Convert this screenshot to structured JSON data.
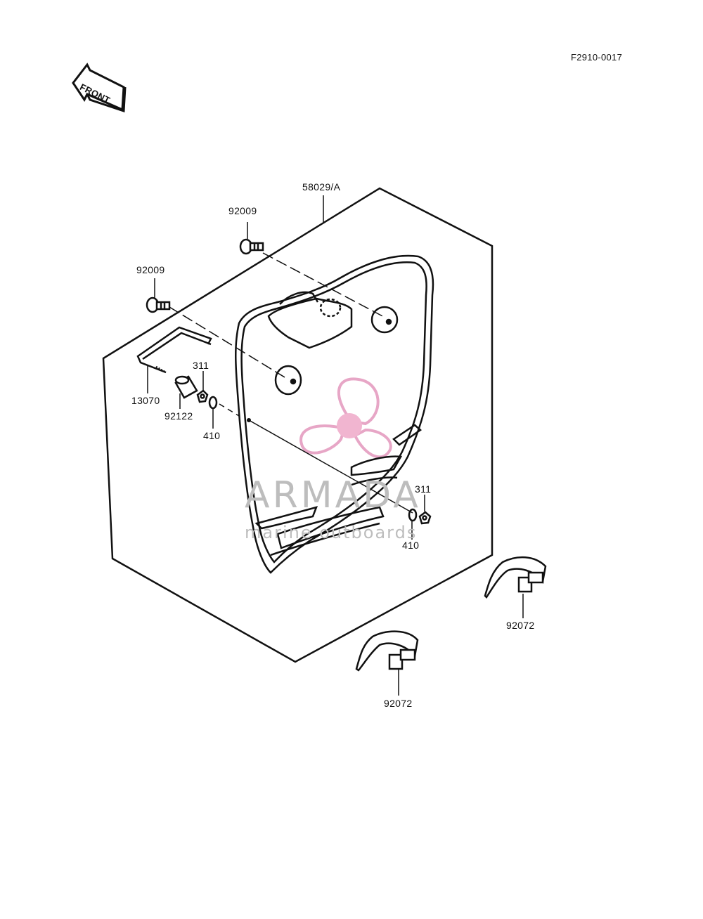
{
  "figure_code": "F2910-0017",
  "direction_arrow": "FRONT",
  "parts": {
    "cover": "58029/A",
    "bolt_top": "92009",
    "bolt_left": "92009",
    "rod": "13070",
    "spacer": "92122",
    "nut_left": "311",
    "washer_left": "410",
    "nut_right": "311",
    "washer_right": "410",
    "strap_upper": "92072",
    "strap_lower": "92072"
  },
  "watermark": {
    "brand": "ARMADA",
    "tagline": "marine outboards",
    "color": "#e7a6c6"
  }
}
